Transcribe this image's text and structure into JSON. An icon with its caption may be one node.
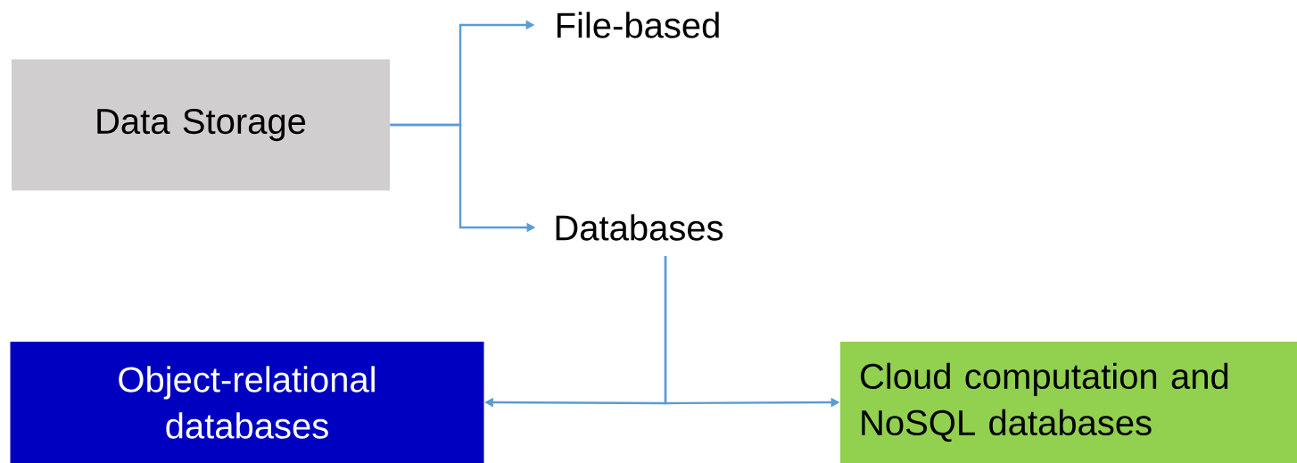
{
  "diagram": {
    "nodes": [
      {
        "text": [
          "Data Storage"
        ]
      },
      {
        "text": [
          "File-based"
        ]
      },
      {
        "text": [
          "Databases"
        ]
      },
      {
        "text": [
          "Object-relational databases"
        ]
      },
      {
        "text": [
          "Cloud computation and NoSQL databases"
        ]
      }
    ],
    "edges": [
      {
        "from": 0,
        "to": 1,
        "arrow": "to"
      },
      {
        "from": 0,
        "to": 2,
        "arrow": "to"
      },
      {
        "from": 2,
        "to": 3,
        "arrow": "to"
      },
      {
        "from": 2,
        "to": 4,
        "arrow": "to"
      }
    ]
  }
}
